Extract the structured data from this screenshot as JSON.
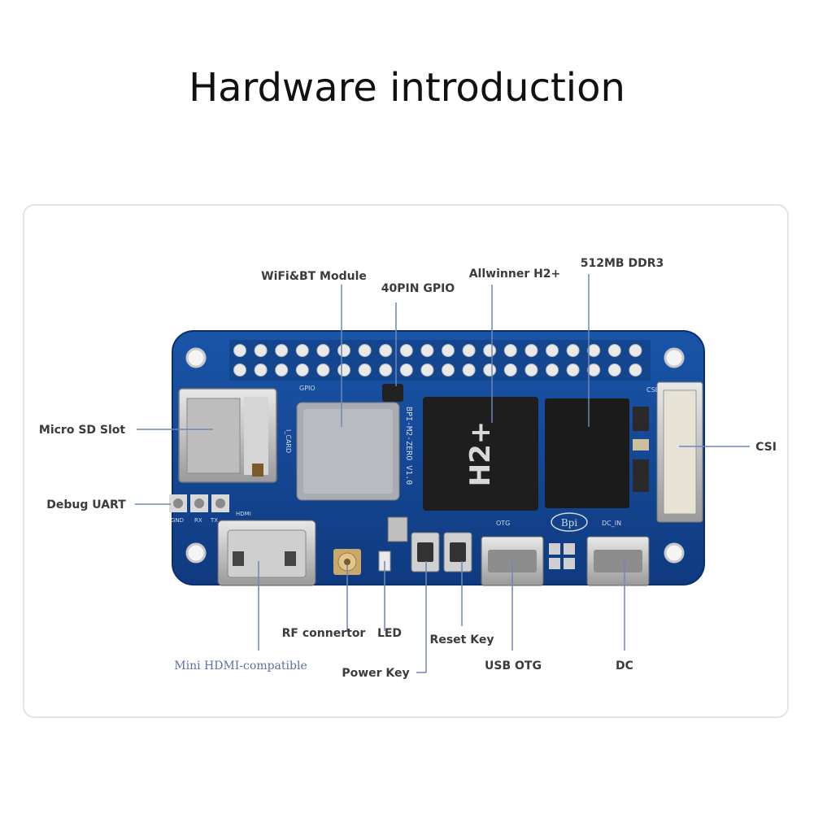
{
  "title": "Hardware introduction",
  "labels": {
    "wifi": "WiFi&BT Module",
    "gpio": "40PIN GPIO",
    "soc": "Allwinner H2+",
    "ddr": "512MB DDR3",
    "sd": "Micro SD Slot",
    "uart": "Debug UART",
    "csi": "CSI",
    "rf": "RF connertor",
    "led": "LED",
    "reset": "Reset Key",
    "otg": "USB OTG",
    "dc": "DC",
    "hdmi": "Mini HDMI-compatible",
    "power": "Power Key"
  },
  "silkscreen": {
    "gpio": "GPIO",
    "h2": "H2+",
    "bpi": "Bpi",
    "board_name": "BPI-M2-ZERO V1.0",
    "otg": "OTG",
    "dc_in": "DC_IN",
    "hdmi": "HDMI",
    "csi": "CSI",
    "gnd": "GND",
    "rx": "RX",
    "tx": "TX",
    "card": "I_CARD"
  },
  "colors": {
    "pcb": "#13438f",
    "pcb_edge": "#0b2f6c",
    "label": "#3b3b3b",
    "hdmi_label": "#5b6fa5"
  }
}
